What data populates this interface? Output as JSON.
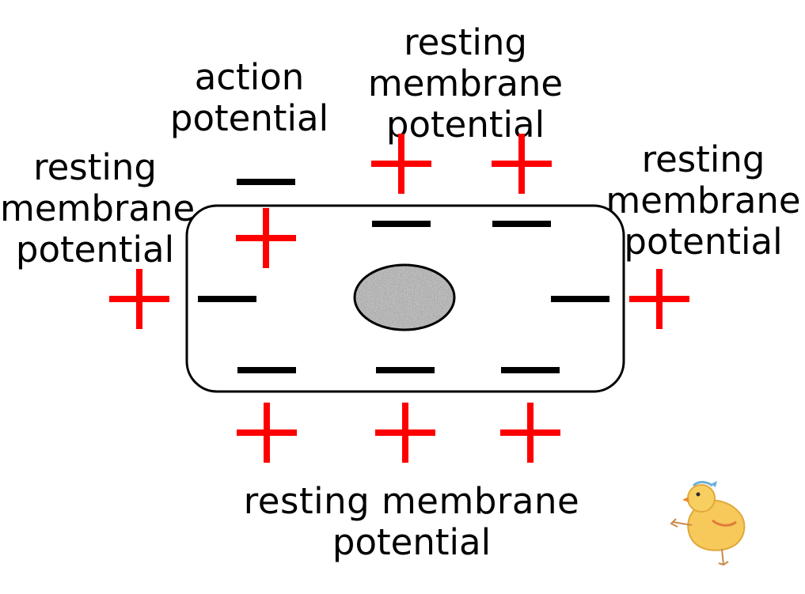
{
  "labels": {
    "top_center": {
      "line1": "resting",
      "line2": "membrane",
      "line3": "potential"
    },
    "action": {
      "line1": "action",
      "line2": "potential"
    },
    "left": {
      "line1": "resting",
      "line2": "membrane",
      "line3": "potential"
    },
    "right": {
      "line1": "resting",
      "line2": "membrane",
      "line3": "potential"
    },
    "bottom": {
      "line1": "resting membrane",
      "line2": "potential"
    }
  },
  "colors": {
    "positive_charge": "#ff0000",
    "negative_charge": "#000000",
    "cell_outline": "#000000",
    "nucleus_fill": "#9a9a9a"
  },
  "charges": {
    "positive_symbol": "+",
    "negative_symbol": "−"
  },
  "icons": {
    "mascot": "chick-mascot-icon"
  }
}
